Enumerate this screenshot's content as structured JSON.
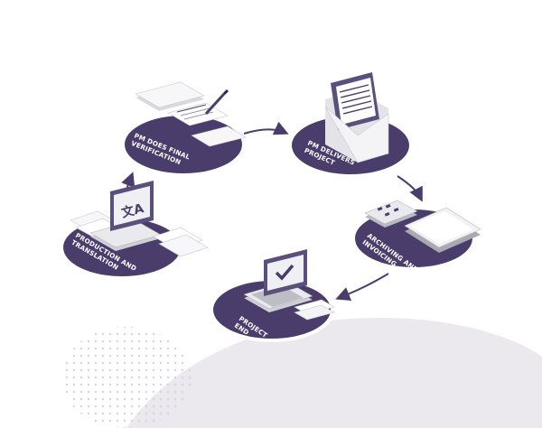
{
  "colors": {
    "disc": "#4a3d6b",
    "disc_rim": "#ffffff",
    "arrow": "#4a3d6b",
    "bg_blob": "#ebe8ee",
    "dots": "#d8d3dd",
    "paper": "#f7f7f9",
    "paper_shade": "#d9d9de",
    "accent_dark": "#4a3d6b"
  },
  "steps": [
    {
      "id": "verification",
      "icon": "documents-with-pen-icon",
      "label_lines": [
        "PM DOES FINAL",
        "VERIFICATION"
      ]
    },
    {
      "id": "delivers",
      "icon": "envelope-icon",
      "label_lines": [
        "PM DELIVERS",
        "PROJECT"
      ]
    },
    {
      "id": "archiving",
      "icon": "calculator-folder-icon",
      "label_lines": [
        "ARCHIVING AND",
        "INVOICING"
      ]
    },
    {
      "id": "end",
      "icon": "laptop-check-icon",
      "label_lines": [
        "PROJECT",
        "END"
      ]
    },
    {
      "id": "production",
      "icon": "laptop-translate-icon",
      "label_lines": [
        "PRODUCTION AND",
        "TRANSLATION"
      ]
    }
  ],
  "translate_glyphs": "文A"
}
